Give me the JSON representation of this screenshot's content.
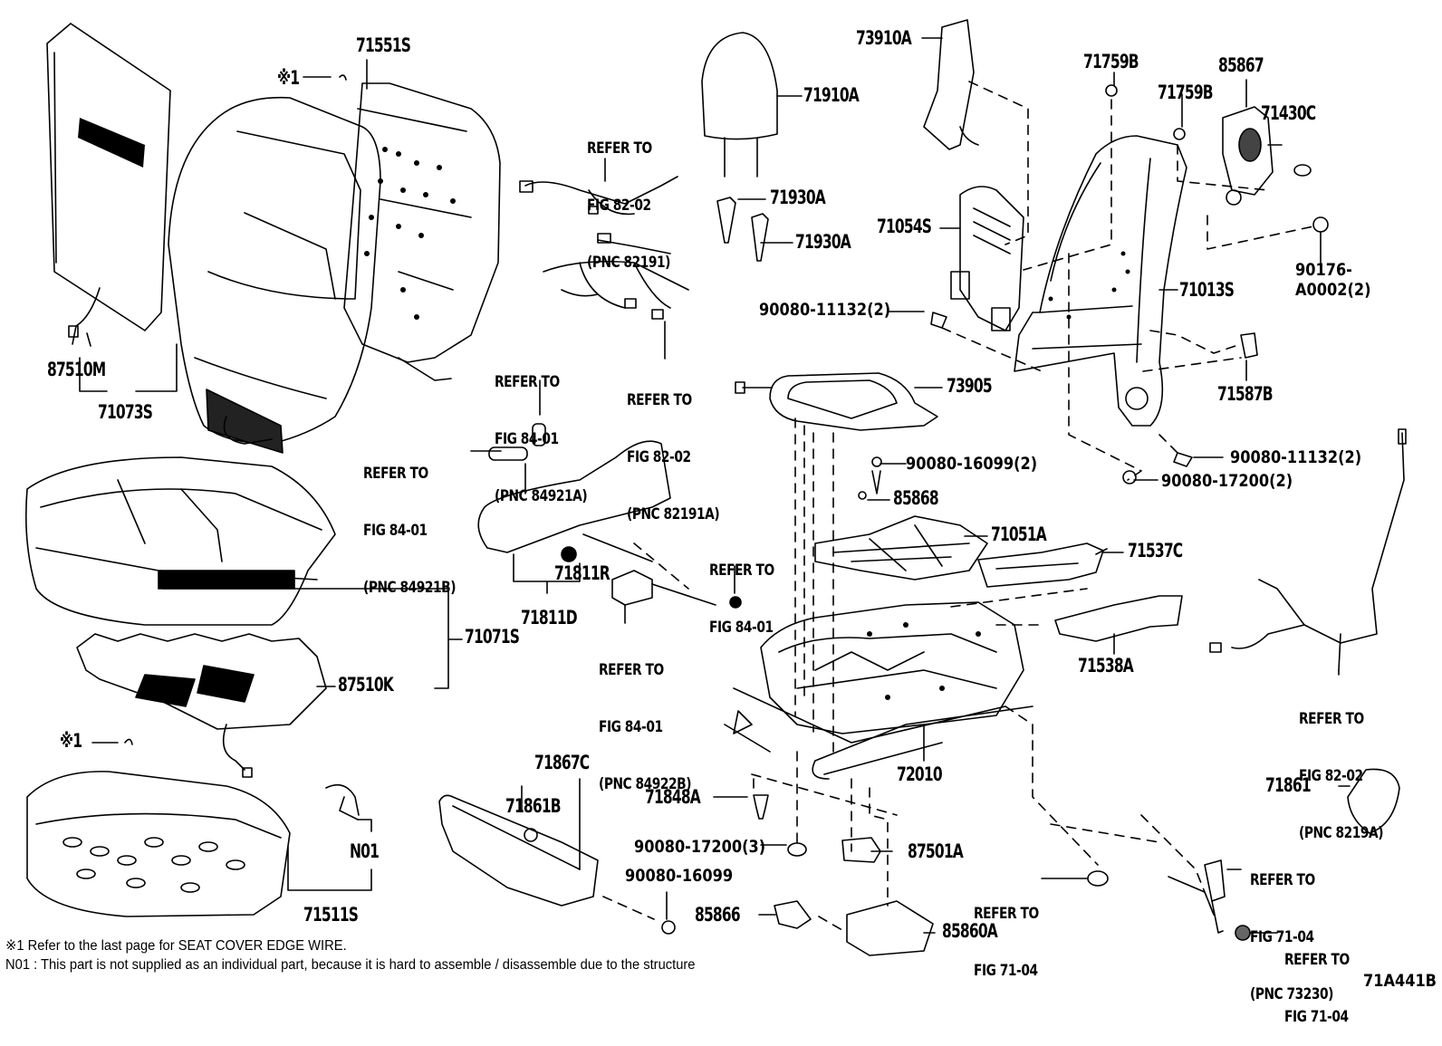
{
  "figure_code": "71A441B",
  "notes": {
    "note1": "※1 Refer to the last page for SEAT COVER EDGE WIRE.",
    "note2": "N01 : This part is not supplied as an individual part, because it is hard to assemble / disassemble due to the structure"
  },
  "parts": {
    "p71551S": "71551S",
    "p71073S": "71073S",
    "p87510M": "87510M",
    "p71071S": "71071S",
    "p87510K": "87510K",
    "p71511S": "71511S",
    "pN01": "N01",
    "star1_top": "※1",
    "star1_bottom": "※1",
    "p71910A": "71910A",
    "p71930A_1": "71930A",
    "p71930A_2": "71930A",
    "p73910A": "73910A",
    "p71054S": "71054S",
    "p71759B_1": "71759B",
    "p71759B_2": "71759B",
    "p85867": "85867",
    "p71430C": "71430C",
    "p90176": "90176-A0002(2)",
    "p71013S": "71013S",
    "p90080_11132_a": "90080-11132(2)",
    "p90080_11132_b": "90080-11132(2)",
    "p90080_17200_2": "90080-17200(2)",
    "p71587B": "71587B",
    "p73905": "73905",
    "p90080_16099_2": "90080-16099(2)",
    "p85868": "85868",
    "p71051A": "71051A",
    "p71537C": "71537C",
    "p71538A": "71538A",
    "p72010": "72010",
    "p71811R": "71811R",
    "p71811D": "71811D",
    "p71867C": "71867C",
    "p71861B": "71861B",
    "p71848A": "71848A",
    "p90080_17200_3": "90080-17200(3)",
    "p87501A": "87501A",
    "p90080_16099": "90080-16099",
    "p85866": "85866",
    "p85860A": "85860A",
    "p71861": "71861"
  },
  "references": {
    "ref_82191": [
      "REFER TO",
      "FIG 82-02",
      "(PNC 82191)"
    ],
    "ref_84921A": [
      "REFER TO",
      "FIG 84-01",
      "(PNC 84921A)"
    ],
    "ref_82191A": [
      "REFER TO",
      "FIG 82-02",
      "(PNC 82191A)"
    ],
    "ref_84921B": [
      "REFER TO",
      "FIG 84-01",
      "(PNC 84921B)"
    ],
    "ref_84_01": [
      "REFER TO",
      "FIG 84-01"
    ],
    "ref_84922B": [
      "REFER TO",
      "FIG 84-01",
      "(PNC 84922B)"
    ],
    "ref_8219A": [
      "REFER TO",
      "FIG 82-02",
      "(PNC 8219A)"
    ],
    "ref_71_04_a": [
      "REFER TO",
      "FIG 71-04"
    ],
    "ref_73230": [
      "REFER TO",
      "FIG 71-04",
      "(PNC 73230)"
    ],
    "ref_71_04_b": [
      "REFER TO",
      "FIG 71-04"
    ]
  }
}
